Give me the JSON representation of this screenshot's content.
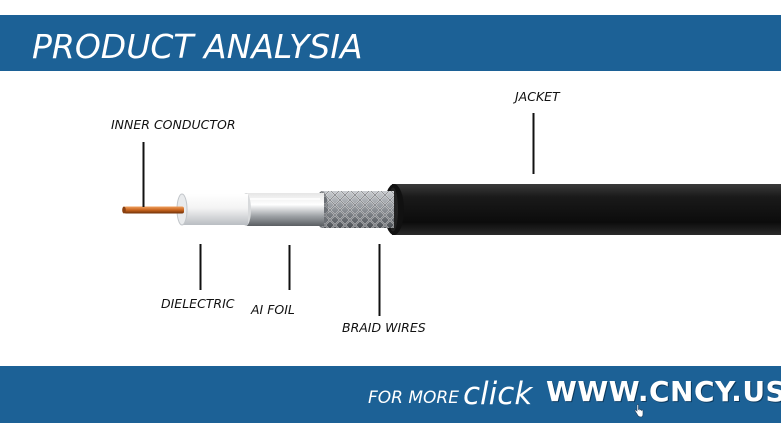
{
  "header": {
    "title": "PRODUCT ANALYSIA"
  },
  "diagram": {
    "labels": {
      "inner_conductor": "INNER CONDUCTOR",
      "jacket": "JACKET",
      "dielectric": "DIELECTRIC",
      "foil": "AI FOIL",
      "braid": "BRAID WIRES"
    }
  },
  "footer": {
    "more_text": "FOR MORE",
    "click_text": "click",
    "url": "WWW.CNCY.US",
    "cursor_icon": "hand-pointer-icon"
  },
  "colors": {
    "band": "#1c6196",
    "copper": "#c8641e",
    "jacket": "#1a1a1a"
  }
}
